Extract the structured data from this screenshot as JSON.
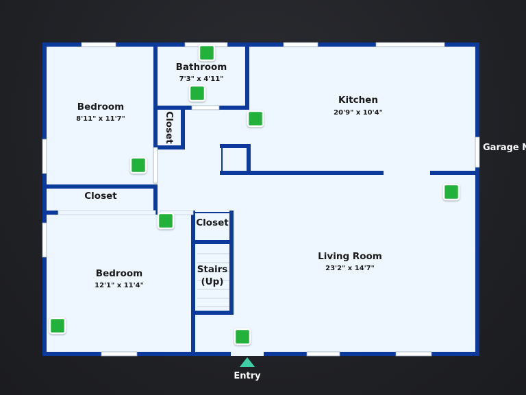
{
  "colors": {
    "wall": "#0b3a9c",
    "floor": "#eef7ff",
    "marker": "#22b23a",
    "entry": "#3fcfa6"
  },
  "rooms": {
    "bedroom1": {
      "name": "Bedroom",
      "dims": "8'11\" x 11'7\""
    },
    "bathroom": {
      "name": "Bathroom",
      "dims": "7'3\" x 4'11\""
    },
    "kitchen": {
      "name": "Kitchen",
      "dims": "20'9\" x 10'4\""
    },
    "closet_vertical": {
      "name": "Closet"
    },
    "closet_hall": {
      "name": "Closet"
    },
    "closet_stairs": {
      "name": "Closet"
    },
    "stairs": {
      "line1": "Stairs",
      "line2": "(Up)"
    },
    "bedroom2": {
      "name": "Bedroom",
      "dims": "12'1\" x 11'4\""
    },
    "living": {
      "name": "Living Room",
      "dims": "23'2\" x 14'7\""
    }
  },
  "labels": {
    "garage": "Garage N",
    "entry": "Entry"
  },
  "icons": {
    "marker": "camera-position-marker-icon",
    "entry": "entry-arrow-icon"
  }
}
